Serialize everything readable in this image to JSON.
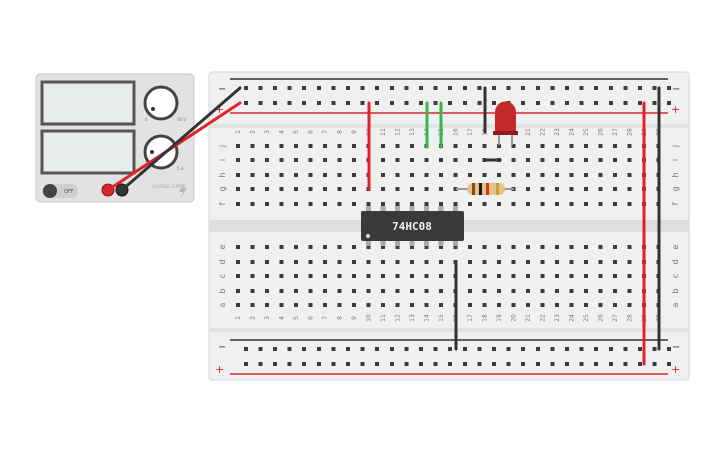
{
  "power_supply": {
    "switch_label": "OFF",
    "knob_top_max": "30 V",
    "knob_top_min": "0",
    "knob_bottom_max": "5 A",
    "knob_bottom_min": "0",
    "brand_text": "VOLTAGE\nSUPPLY"
  },
  "breadboard": {
    "columns": [
      "1",
      "2",
      "3",
      "4",
      "5",
      "6",
      "7",
      "8",
      "9",
      "10",
      "11",
      "12",
      "13",
      "14",
      "15",
      "16",
      "17",
      "18",
      "19",
      "20",
      "21",
      "22",
      "23",
      "24",
      "25",
      "26",
      "27",
      "28",
      "29",
      "30"
    ],
    "top_rows": [
      "j",
      "i",
      "h",
      "g",
      "f"
    ],
    "bottom_rows": [
      "e",
      "d",
      "c",
      "b",
      "a"
    ],
    "rail_plus": "+",
    "rail_minus": "−"
  },
  "chip": {
    "label": "74HC08"
  },
  "led": {
    "color": "#c22a2a"
  },
  "resistor": {
    "bands": [
      "#8b4a1e",
      "#1a1a1a",
      "#d23a1a",
      "#c9a13b"
    ]
  },
  "wire_colors": {
    "red": "#e0232a",
    "black": "#333333",
    "green": "#3bb54a"
  }
}
